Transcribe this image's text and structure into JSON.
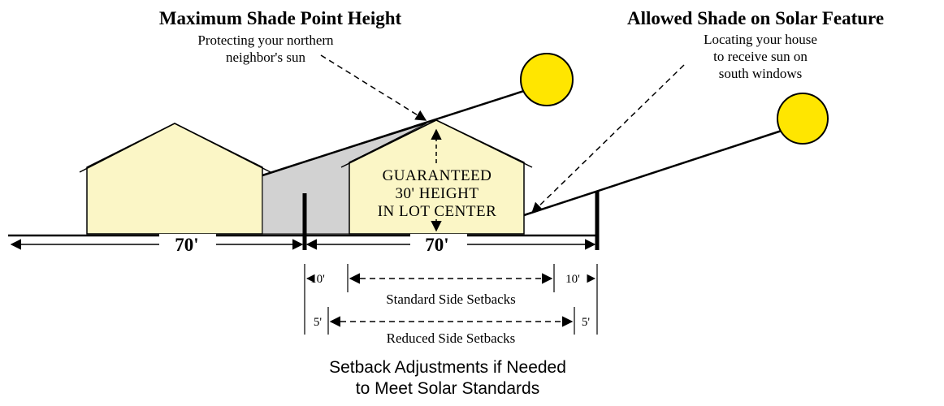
{
  "titles": {
    "left": "Maximum Shade Point Height",
    "right": "Allowed Shade on Solar Feature"
  },
  "notes": {
    "left_line1": "Protecting your northern",
    "left_line2": "neighbor's sun",
    "right_line1": "Locating your house",
    "right_line2": "to receive sun on",
    "right_line3": "south windows"
  },
  "house_label": {
    "line1": "GUARANTEED",
    "line2": "30' HEIGHT",
    "line3": "IN LOT CENTER"
  },
  "dimensions": {
    "left_lot": "70'",
    "right_lot": "70'",
    "standard_left": "10'",
    "standard_right": "10'",
    "reduced_left": "5'",
    "reduced_right": "5'"
  },
  "setbacks": {
    "standard": "Standard Side Setbacks",
    "reduced": "Reduced Side Setbacks"
  },
  "caption": {
    "line1": "Setback Adjustments if Needed",
    "line2": "to Meet Solar Standards"
  },
  "colors": {
    "house_fill": "#fbf6c6",
    "shade_fill": "#d2d2d2",
    "sun_fill": "#ffe600",
    "line": "#000000"
  }
}
